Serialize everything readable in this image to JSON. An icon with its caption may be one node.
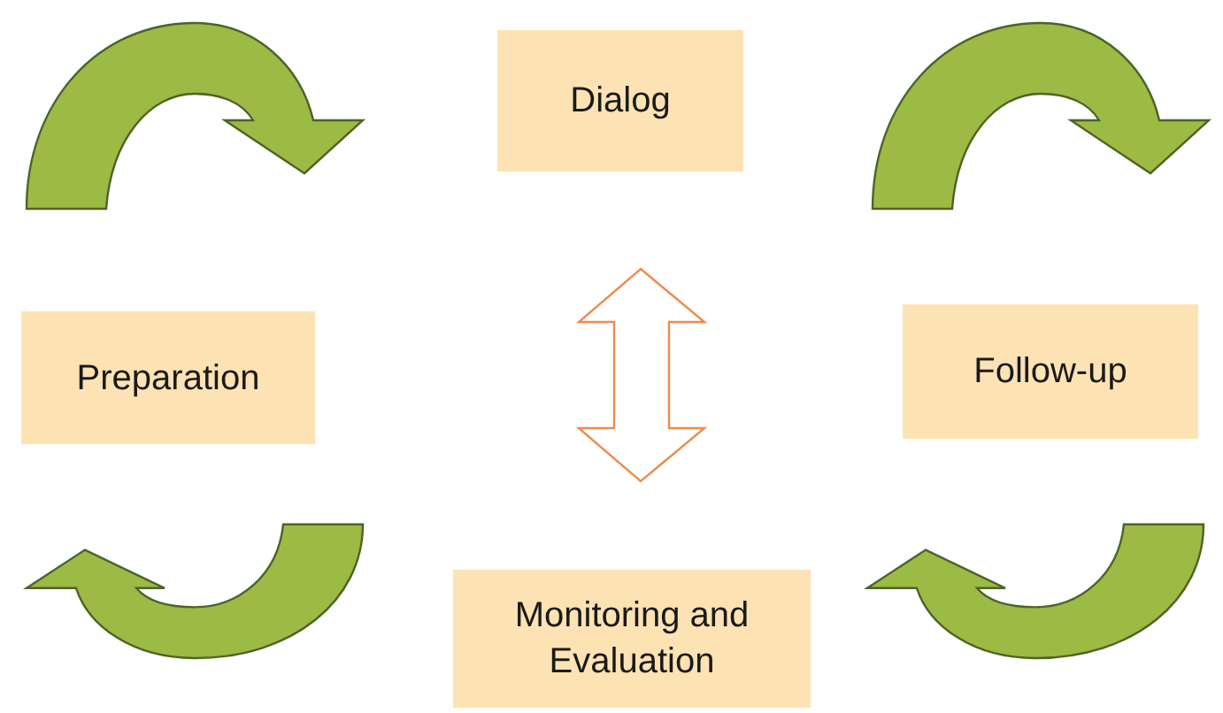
{
  "diagram": {
    "nodes": [
      {
        "text": [
          "Dialog"
        ]
      },
      {
        "text": [
          "Preparation"
        ]
      },
      {
        "text": [
          "Follow-up"
        ]
      },
      {
        "text": [
          "Monitoring and Evaluation"
        ]
      }
    ],
    "edges": [
      {
        "from": 1,
        "to": 0,
        "arrow": "to"
      },
      {
        "from": 0,
        "to": 2,
        "arrow": "to"
      },
      {
        "from": 2,
        "to": 3,
        "arrow": "to"
      },
      {
        "from": 3,
        "to": 1,
        "arrow": "to"
      },
      {
        "from": 0,
        "to": 3,
        "arrow": "both",
        "color": "#ee8a4e"
      }
    ]
  }
}
